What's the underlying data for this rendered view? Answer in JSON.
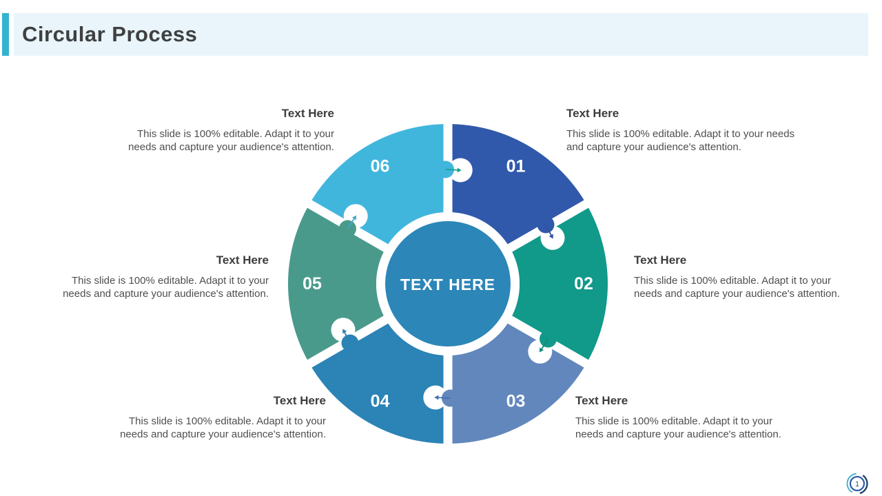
{
  "header": {
    "title": "Circular Process",
    "accent_color": "#34b3cf",
    "strip_color": "#e9f5fb"
  },
  "wheel": {
    "center_label": "TEXT HERE",
    "center_color": "#2c86b8",
    "segments": [
      {
        "number": "01",
        "color": "#3159ab"
      },
      {
        "number": "02",
        "color": "#11998a"
      },
      {
        "number": "03",
        "color": "#6187bd"
      },
      {
        "number": "04",
        "color": "#2b83b6"
      },
      {
        "number": "05",
        "color": "#4a9a8c"
      },
      {
        "number": "06",
        "color": "#41b6dd"
      }
    ],
    "arrow_colors": [
      "#18a190",
      "#30539f",
      "#11897c",
      "#3f72b5",
      "#2e7fb0",
      "#3fa9c9"
    ]
  },
  "blocks": [
    {
      "heading": "Text Here",
      "body": "This slide is 100% editable. Adapt it to your needs and capture your audience's attention."
    },
    {
      "heading": "Text Here",
      "body": "This slide is 100% editable. Adapt it to your needs and capture your audience's attention."
    },
    {
      "heading": "Text Here",
      "body": "This slide is 100% editable. Adapt it to your needs and capture your audience's attention."
    },
    {
      "heading": "Text Here",
      "body": "This slide is 100% editable. Adapt it to your needs and capture your audience's attention."
    },
    {
      "heading": "Text Here",
      "body": "This slide is 100% editable. Adapt it to your needs and capture your audience's attention."
    },
    {
      "heading": "Text Here",
      "body": "This slide is 100% editable. Adapt it to your needs and capture your audience's attention."
    }
  ],
  "page_number": "1"
}
